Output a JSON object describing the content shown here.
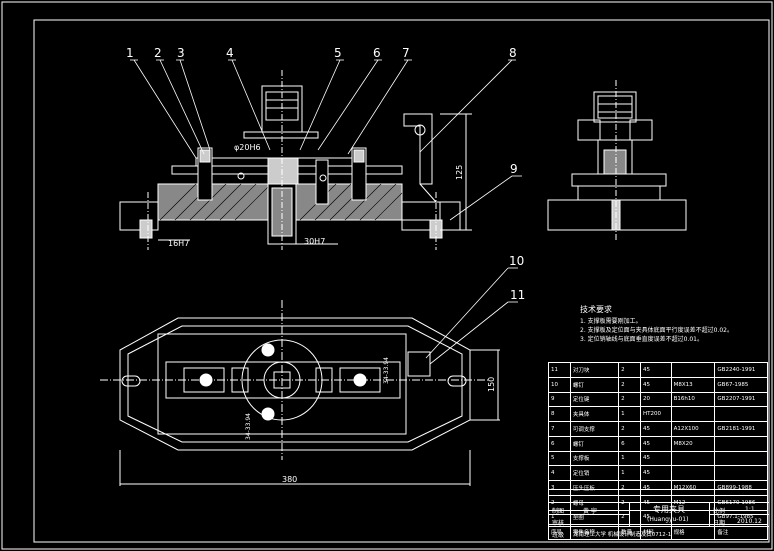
{
  "part_numbers": [
    "1",
    "2",
    "3",
    "4",
    "5",
    "6",
    "7",
    "8",
    "9",
    "10",
    "11"
  ],
  "dimensions": {
    "bore": "φ20H6",
    "base_left": "16H7",
    "base_right": "30H7",
    "height": "125",
    "length": "380",
    "width": "150",
    "hole_a": "34-33.94",
    "hole_b": "34-33.94"
  },
  "tech_requirements": {
    "title": "技术要求",
    "items": [
      "1. 支撑板需要刚加工。",
      "2. 支撑板及定位面与夹具体底面平行度误差不超过0.02。",
      "3. 定位销轴线与底面垂直度误差不超过0.01。"
    ]
  },
  "bom": [
    {
      "no": "11",
      "name": "对刀块",
      "qty": "2",
      "mat": "45",
      "spec": "",
      "std": "GB2240-1991"
    },
    {
      "no": "10",
      "name": "螺钉",
      "qty": "2",
      "mat": "45",
      "spec": "M8X13",
      "std": "GB67-1985"
    },
    {
      "no": "9",
      "name": "定位键",
      "qty": "2",
      "mat": "20",
      "spec": "B16h10",
      "std": "GB2207-1991"
    },
    {
      "no": "8",
      "name": "夹具体",
      "qty": "1",
      "mat": "HT200",
      "spec": "",
      "std": ""
    },
    {
      "no": "7",
      "name": "可调支撑",
      "qty": "2",
      "mat": "45",
      "spec": "A12X100",
      "std": "GB2181-1991"
    },
    {
      "no": "6",
      "name": "螺钉",
      "qty": "6",
      "mat": "45",
      "spec": "M8X20",
      "std": ""
    },
    {
      "no": "5",
      "name": "支撑板",
      "qty": "1",
      "mat": "45",
      "spec": "",
      "std": ""
    },
    {
      "no": "4",
      "name": "定位销",
      "qty": "1",
      "mat": "45",
      "spec": "",
      "std": ""
    },
    {
      "no": "3",
      "name": "压头压板",
      "qty": "2",
      "mat": "45",
      "spec": "M12X60",
      "std": "GB899-1988"
    },
    {
      "no": "2",
      "name": "螺母",
      "qty": "2",
      "mat": "45",
      "spec": "M12",
      "std": "GB6170-1986"
    },
    {
      "no": "1",
      "name": "垫圈",
      "qty": "2",
      "mat": "45",
      "spec": "",
      "std": "GB97.1-1985"
    }
  ],
  "bom_header": {
    "no": "序号",
    "name": "零件名称",
    "qty": "数量",
    "mat": "材料",
    "spec": "规格",
    "std": "备注"
  },
  "title_block": {
    "title": "专用夹具",
    "code": "(Huangyu-01)",
    "draw_label": "制图",
    "draw_name": "黄 宇",
    "check_label": "审核",
    "scale_label": "比例",
    "scale": "1:1",
    "date_label": "日期",
    "date": "2010.12",
    "school_label": "班级",
    "school": "湖南理工大学 机械设计制造及其0712-1"
  }
}
